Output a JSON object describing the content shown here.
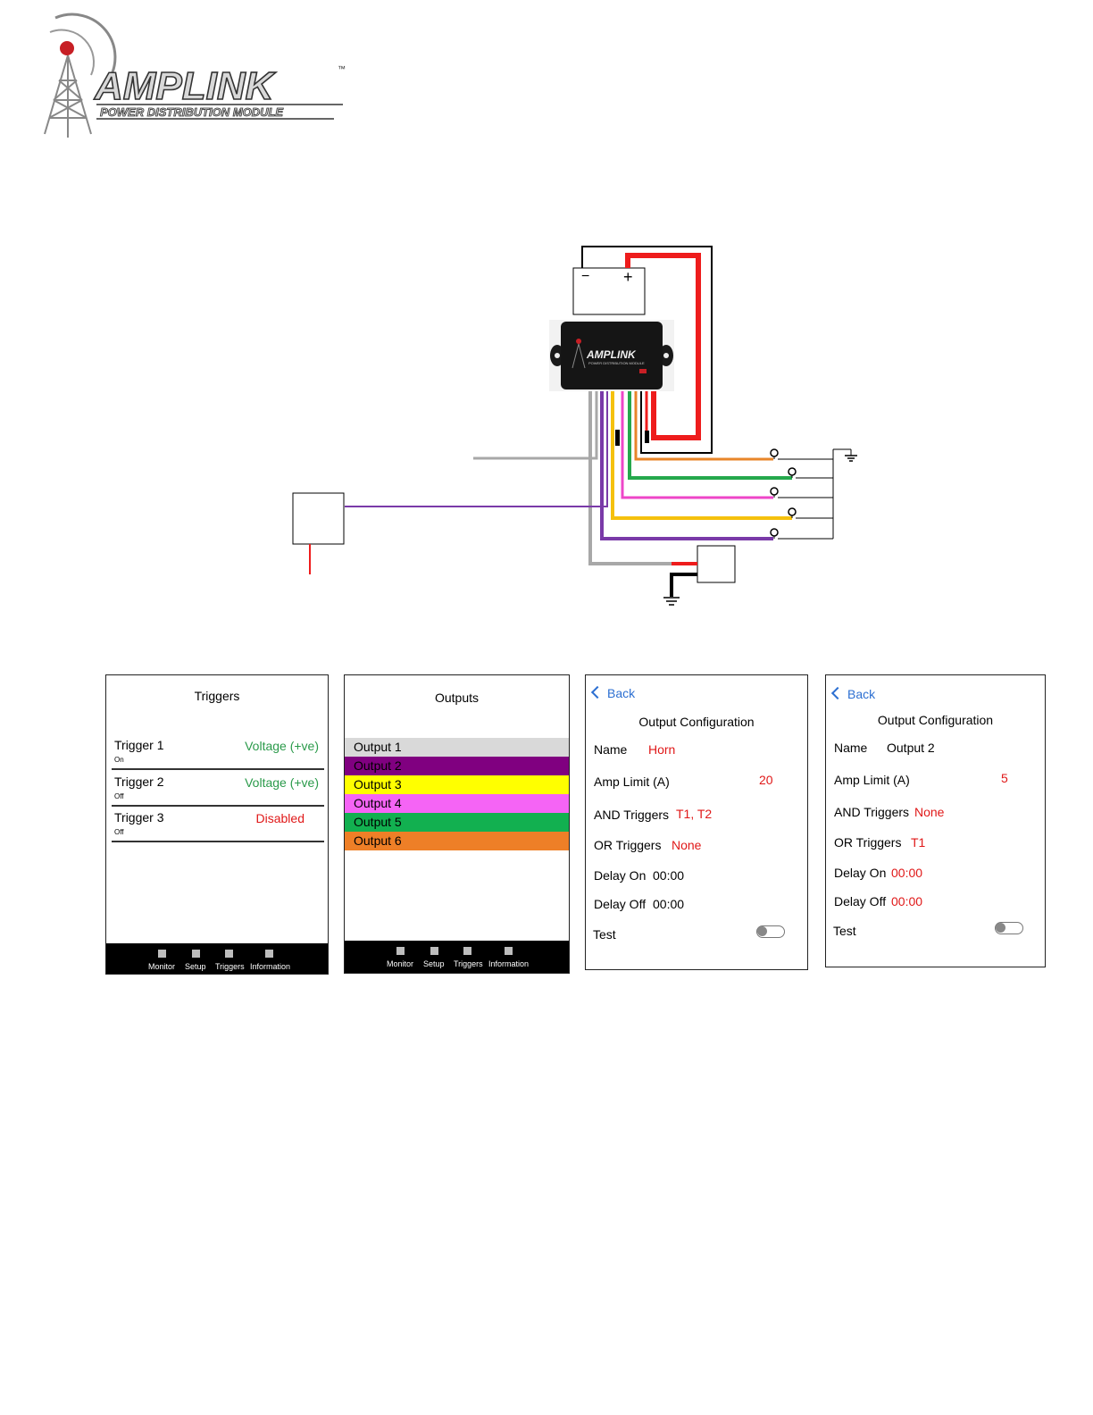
{
  "logo": {
    "brand": "AMPLINK",
    "trademark": "™",
    "subtitle": "POWER DISTRIBUTION MODULE"
  },
  "diagram": {
    "module_label": "AMPLINK",
    "module_sub": "POWER DISTRIBUTION MODULE",
    "battery_minus": "−",
    "battery_plus": "+",
    "wire_colors": {
      "power": "#ee1c1c",
      "ground": "#000000",
      "gray": "#a8a8a8",
      "purple": "#7a3aa8",
      "yellow": "#f5c10d",
      "pink": "#ee46c8",
      "green": "#25a84c",
      "orange": "#e8852a"
    }
  },
  "screens": {
    "triggers": {
      "title": "Triggers",
      "items": [
        {
          "name": "Trigger 1",
          "state": "On",
          "value": "Voltage (+ve)"
        },
        {
          "name": "Trigger 2",
          "state": "Off",
          "value": "Voltage (+ve)"
        },
        {
          "name": "Trigger 3",
          "state": "Off",
          "value": "Disabled"
        }
      ]
    },
    "outputs": {
      "title": "Outputs",
      "items": [
        {
          "label": "Output 1",
          "color": "#d9d9d9"
        },
        {
          "label": "Output 2",
          "color": "#800080"
        },
        {
          "label": "Output 3",
          "color": "#ffff00"
        },
        {
          "label": "Output 4",
          "color": "#f564f5"
        },
        {
          "label": "Output 5",
          "color": "#12b050"
        },
        {
          "label": "Output 6",
          "color": "#ee7f27"
        }
      ]
    },
    "nav": [
      "Monitor",
      "Setup",
      "Triggers",
      "Information"
    ],
    "config1": {
      "back": "Back",
      "title": "Output Configuration",
      "name_label": "Name",
      "name_value": "Horn",
      "amp_label": "Amp Limit (A)",
      "amp_value": "20",
      "and_label": "AND Triggers",
      "and_value": "T1, T2",
      "or_label": "OR Triggers",
      "or_value": "None",
      "don_label": "Delay On",
      "don_value": "00:00",
      "doff_label": "Delay Off",
      "doff_value": "00:00",
      "test_label": "Test"
    },
    "config2": {
      "back": "Back",
      "title": "Output Configuration",
      "name_label": "Name",
      "name_value": "Output 2",
      "amp_label": "Amp Limit (A)",
      "amp_value": "5",
      "and_label": "AND Triggers",
      "and_value": "None",
      "or_label": "OR Triggers",
      "or_value": "T1",
      "don_label": "Delay On",
      "don_value": "00:00",
      "doff_label": "Delay Off",
      "doff_value": "00:00",
      "test_label": "Test"
    }
  }
}
